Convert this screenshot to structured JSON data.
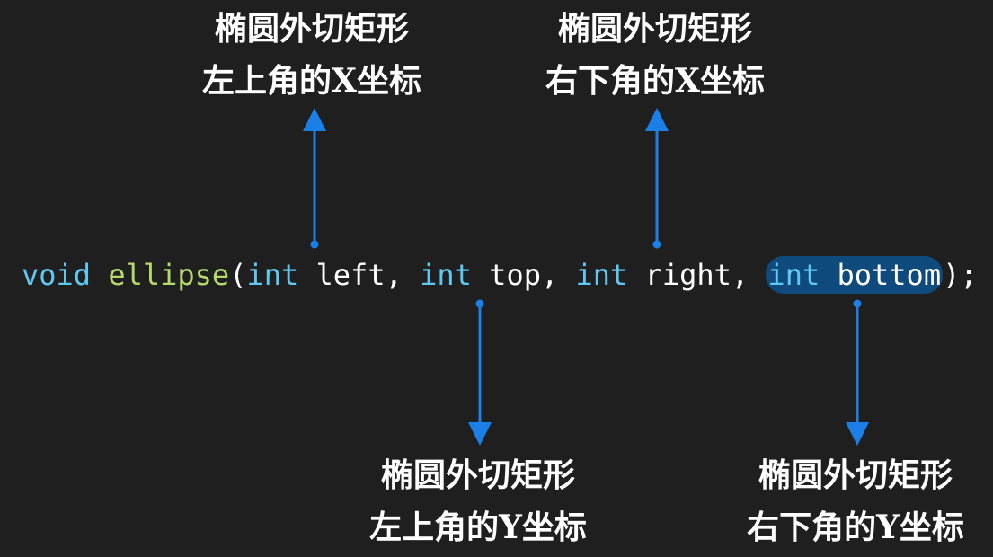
{
  "annotations": {
    "left": {
      "line1": "椭圆外切矩形",
      "line2": "左上角的X坐标"
    },
    "right": {
      "line1": "椭圆外切矩形",
      "line2": "右下角的X坐标"
    },
    "top": {
      "line1": "椭圆外切矩形",
      "line2": "左上角的Y坐标"
    },
    "bottom": {
      "line1": "椭圆外切矩形",
      "line2": "右下角的Y坐标"
    }
  },
  "code": {
    "return_type": "void",
    "function_name": "ellipse",
    "open_paren": "(",
    "params": [
      {
        "type": "int",
        "name": "left"
      },
      {
        "type": "int",
        "name": "top"
      },
      {
        "type": "int",
        "name": "right"
      },
      {
        "type": "int",
        "name": "bottom"
      }
    ],
    "comma": ",",
    "close": ");"
  },
  "colors": {
    "background": "#1f1f1f",
    "keyword": "#5fc8f2",
    "function": "#b5d96b",
    "arrow": "#1a7fe6",
    "highlight": "#0f4a7d"
  }
}
